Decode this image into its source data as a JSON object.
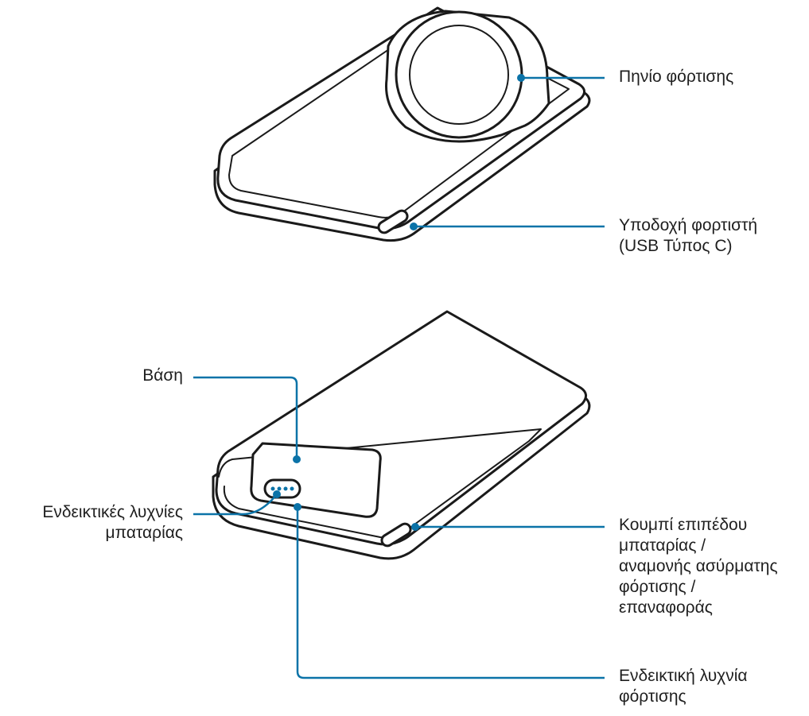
{
  "leader_color": "#0b73a8",
  "callouts": {
    "charging_coil": {
      "lines": [
        "Πηνίο φόρτισης"
      ]
    },
    "charger_port": {
      "lines": [
        "Υποδοχή φορτιστή",
        "(USB Τύπος C)"
      ]
    },
    "stand": {
      "lines": [
        "Βάση"
      ]
    },
    "battery_indicators": {
      "lines": [
        "Ενδεικτικές λυχνίες",
        "μπαταρίας"
      ]
    },
    "battery_button": {
      "lines": [
        "Κουμπί επιπέδου",
        "μπαταρίας /",
        "αναμονής ασύρματης",
        "φόρτισης /",
        "επαναφοράς"
      ]
    },
    "charging_indicator": {
      "lines": [
        "Ενδεικτική λυχνία",
        "φόρτισης"
      ]
    }
  }
}
